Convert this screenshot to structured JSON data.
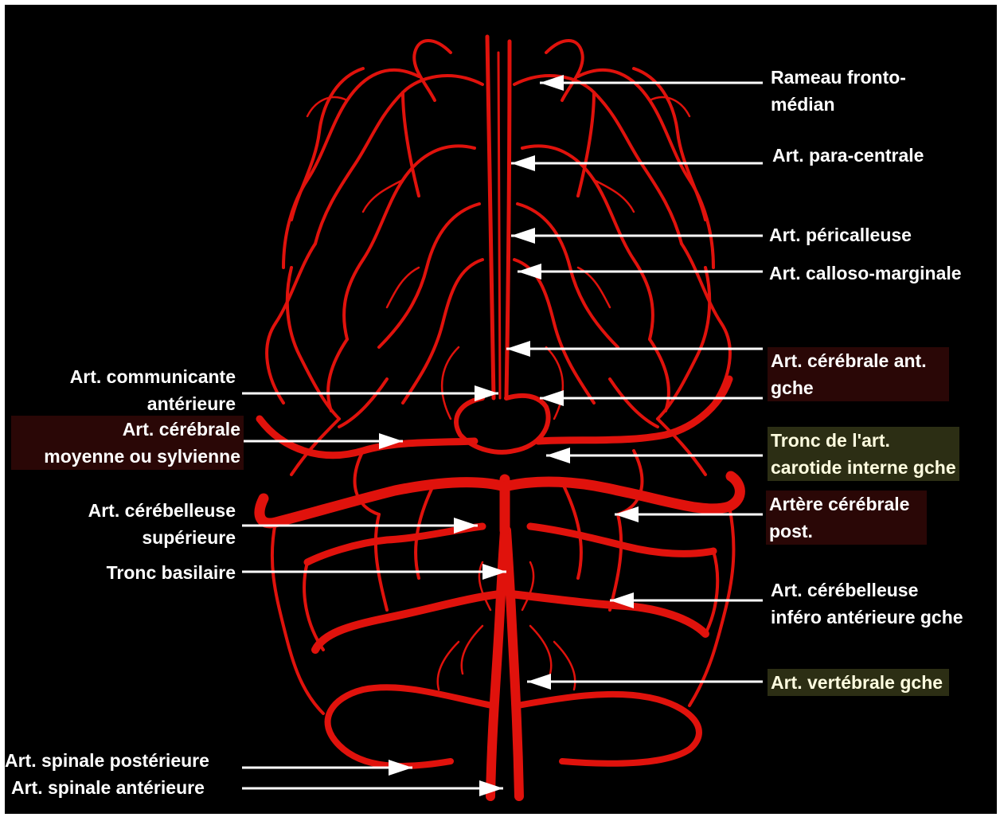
{
  "colors": {
    "background": "#000000",
    "artery": "#e0120c",
    "label_text": "#ffffff",
    "leader_line": "#ffffff",
    "highlight_red": "#2a0706",
    "highlight_yellow": "#2c2e14"
  },
  "labels": {
    "rameau_fronto_median": [
      "Rameau fronto-",
      "médian"
    ],
    "art_para_centrale": [
      "Art. para-centrale"
    ],
    "art_pericalleuse": [
      "Art. péricalleuse"
    ],
    "art_calloso_marginale": [
      "Art. calloso-marginale"
    ],
    "art_cerebrale_ant_gche": [
      "Art. cérébrale ant.",
      "gche"
    ],
    "art_communicante_anterieure": [
      "Art. communicante",
      "antérieure"
    ],
    "art_cerebrale_moyenne": [
      "Art. cérébrale",
      "moyenne ou sylvienne"
    ],
    "tronc_carotide_interne": [
      "Tronc de l'art.",
      "carotide interne gche"
    ],
    "art_cerebelleuse_superieure": [
      "Art. cérébelleuse",
      "supérieure"
    ],
    "artere_cerebrale_post": [
      "Artère cérébrale",
      "post."
    ],
    "tronc_basilaire": [
      "Tronc basilaire"
    ],
    "art_cerebelleuse_infero_anterieure": [
      "Art. cérébelleuse",
      "inféro antérieure gche"
    ],
    "art_vertebrale_gche": [
      "Art. vertébrale gche"
    ],
    "art_spinale_posterieure": [
      "Art. spinale postérieure"
    ],
    "art_spinale_anterieure": [
      "Art. spinale antérieure"
    ]
  }
}
